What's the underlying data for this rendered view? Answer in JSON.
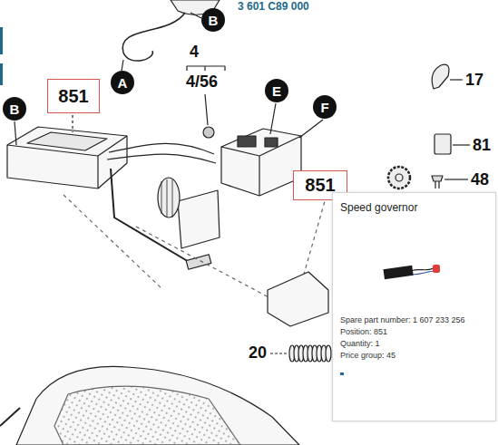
{
  "diagram": {
    "nodes": [
      {
        "text": [
          "B"
        ]
      },
      {
        "text": [
          "A"
        ]
      },
      {
        "text": [
          "851"
        ]
      },
      {
        "text": [
          "B"
        ]
      },
      {
        "text": [
          "E"
        ]
      },
      {
        "text": [
          "F"
        ]
      },
      {
        "text": [
          "851"
        ]
      },
      {
        "text": [
          "Speed governor",
          "Spare part number: 1 607 233 256",
          "Position: 851",
          "Quantity: 1",
          "Price group: 45"
        ]
      }
    ],
    "labels": [
      "3 601 C89 000",
      "4",
      "4/56",
      "17",
      "81",
      "48",
      "20"
    ]
  }
}
